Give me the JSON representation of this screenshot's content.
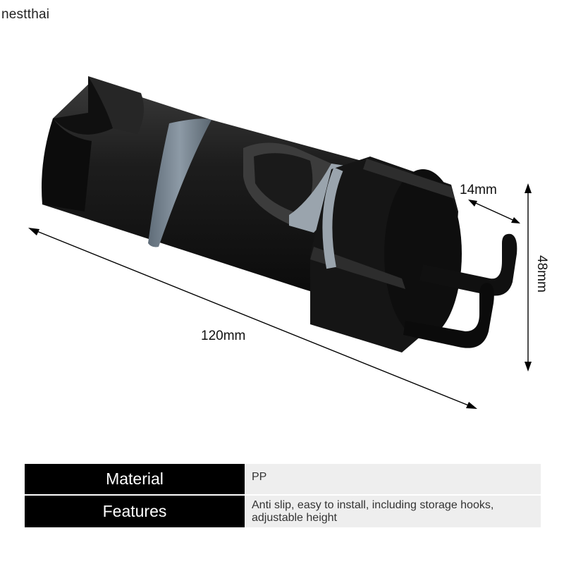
{
  "watermark": "nestthai",
  "dimensions": {
    "length": "120mm",
    "depth": "14mm",
    "height": "48mm"
  },
  "specs": [
    {
      "key": "Material",
      "value": "PP"
    },
    {
      "key": "Features",
      "value": "Anti slip, easy to install, including storage hooks, adjustable height"
    }
  ],
  "colors": {
    "body": "#161616",
    "ring": "#7c8a98",
    "table_key_bg": "#000000",
    "table_val_bg": "#eeeeee"
  }
}
